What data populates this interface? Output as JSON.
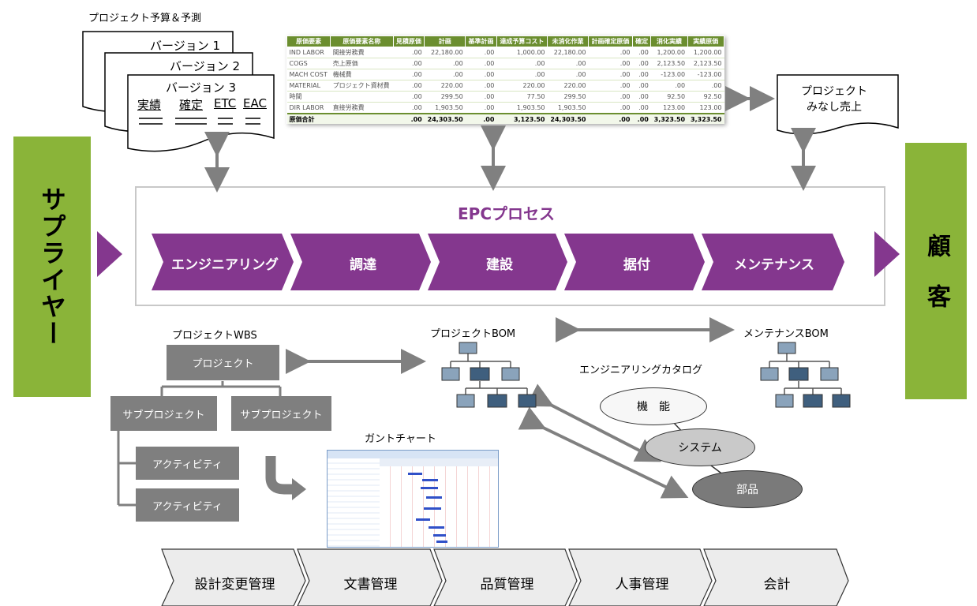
{
  "budget": {
    "title": "プロジェクト予算＆予測",
    "versions": [
      "バージョン 1",
      "バージョン 2",
      "バージョン 3"
    ],
    "columns": [
      "実績",
      "確定",
      "ETC",
      "EAC"
    ]
  },
  "cost_table": {
    "headers": [
      "原価要素",
      "原価要素名称",
      "見積原価",
      "計画",
      "基準計画",
      "達成予算コスト",
      "未消化作業",
      "計画確定原価",
      "確定",
      "消化実績",
      "実績原価"
    ],
    "rows": [
      [
        "IND LABOR",
        "間接労務費",
        ".00",
        "22,180.00",
        ".00",
        "1,000.00",
        "22,180.00",
        ".00",
        ".00",
        "1,200.00",
        "1,200.00"
      ],
      [
        "COGS",
        "売上原価",
        ".00",
        ".00",
        ".00",
        ".00",
        ".00",
        ".00",
        ".00",
        "2,123.50",
        "2,123.50"
      ],
      [
        "MACH COST",
        "機械費",
        ".00",
        ".00",
        ".00",
        ".00",
        ".00",
        ".00",
        ".00",
        "-123.00",
        "-123.00"
      ],
      [
        "MATERIAL",
        "プロジェクト資材費",
        ".00",
        "220.00",
        ".00",
        "220.00",
        "220.00",
        ".00",
        ".00",
        ".00",
        ".00"
      ],
      [
        "時間",
        "",
        ".00",
        "299.50",
        ".00",
        "77.50",
        "299.50",
        ".00",
        ".00",
        "92.50",
        "92.50"
      ],
      [
        "DIR LABOR",
        "直接労務費",
        ".00",
        "1,903.50",
        ".00",
        "1,903.50",
        "1,903.50",
        ".00",
        ".00",
        "123.00",
        "123.00"
      ]
    ],
    "total": [
      "原価合計",
      "",
      ".00",
      "24,303.50",
      ".00",
      "3,123.50",
      "24,303.50",
      ".00",
      ".00",
      "3,323.50",
      "3,323.50"
    ]
  },
  "revenue_doc": {
    "line1": "プロジェクト",
    "line2": "みなし売上"
  },
  "supplier": "サプライヤー",
  "customer": "顧　客",
  "epc": {
    "title": "EPCプロセス",
    "steps": [
      "エンジニアリング",
      "調達",
      "建設",
      "据付",
      "メンテナンス"
    ]
  },
  "wbs": {
    "title": "プロジェクトWBS",
    "root": "プロジェクト",
    "subs": [
      "サブプロジェクト",
      "サブプロジェクト"
    ],
    "activities": [
      "アクティビティ",
      "アクティビティ"
    ]
  },
  "gantt": {
    "title": "ガントチャート"
  },
  "bom": {
    "project": "プロジェクトBOM",
    "maintenance": "メンテナンスBOM"
  },
  "catalog": {
    "title": "エンジニアリングカタログ",
    "items": [
      "機　能",
      "システム",
      "部品"
    ]
  },
  "bottom_steps": [
    "設計変更管理",
    "文書管理",
    "品質管理",
    "人事管理",
    "会計"
  ],
  "colors": {
    "green": "#8ab439",
    "purple": "#84378e",
    "gray": "#7f7f7f",
    "bom_blue": "#6d8aa6"
  }
}
